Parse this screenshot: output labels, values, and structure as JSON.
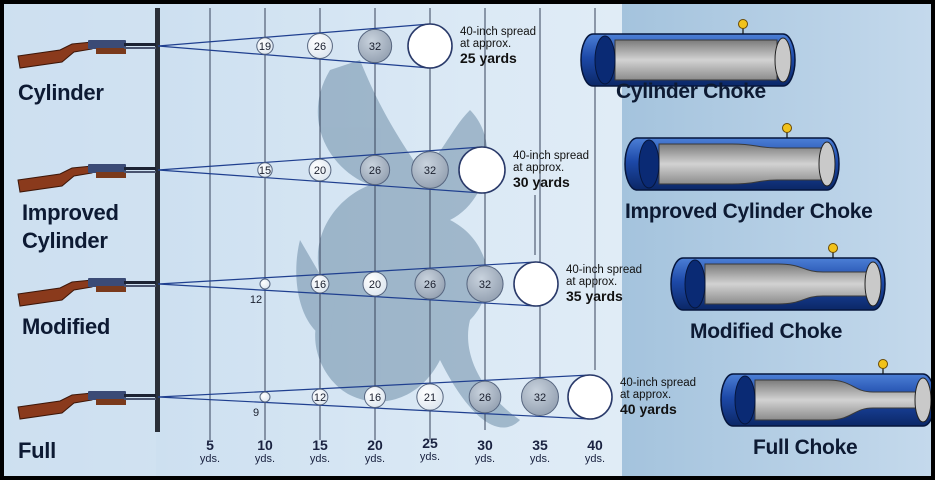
{
  "rows": [
    {
      "label_lines": [
        "Cylinder"
      ],
      "choke_label": "Cylinder Choke",
      "spread_note": "40-inch spread",
      "at_note": "at approx.",
      "distance_note": "25 yards",
      "circles": [
        "19",
        "26",
        "32",
        ""
      ]
    },
    {
      "label_lines": [
        "Improved",
        "Cylinder"
      ],
      "choke_label": "Improved Cylinder Choke",
      "spread_note": "40-inch spread",
      "at_note": "at approx.",
      "distance_note": "30 yards",
      "circles": [
        "15",
        "20",
        "26",
        "32",
        ""
      ]
    },
    {
      "label_lines": [
        "Modified"
      ],
      "choke_label": "Modified Choke",
      "spread_note": "40-inch spread",
      "at_note": "at approx.",
      "distance_note": "35 yards",
      "circles": [
        "12",
        "16",
        "20",
        "26",
        "32",
        ""
      ]
    },
    {
      "label_lines": [
        "Full"
      ],
      "choke_label": "Full Choke",
      "spread_note": "40-inch spread",
      "at_note": "at approx.",
      "distance_note": "40 yards",
      "circles": [
        "9",
        "12",
        "16",
        "21",
        "26",
        "32",
        ""
      ]
    }
  ],
  "yard_marks": [
    {
      "value": "5",
      "unit": "yds."
    },
    {
      "value": "10",
      "unit": "yds."
    },
    {
      "value": "15",
      "unit": "yds."
    },
    {
      "value": "20",
      "unit": "yds."
    },
    {
      "value": "25",
      "unit": "yds."
    },
    {
      "value": "30",
      "unit": "yds."
    },
    {
      "value": "35",
      "unit": "yds."
    },
    {
      "value": "40",
      "unit": "yds."
    }
  ],
  "colors": {
    "background_light": "#d6e6f3",
    "background_mid": "#a9c7e0",
    "cone_line": "#1f3f8f",
    "choke_blue": "#1d49a8",
    "gun_stock": "#8a3a1c",
    "logo_watermark": "#6f8ea8",
    "marker_yellow": "#f2c21a"
  },
  "icons": {
    "shotgun": "shotgun-icon",
    "choke_tube": "choke-tube-icon",
    "watermark": "buckmark-logo"
  }
}
